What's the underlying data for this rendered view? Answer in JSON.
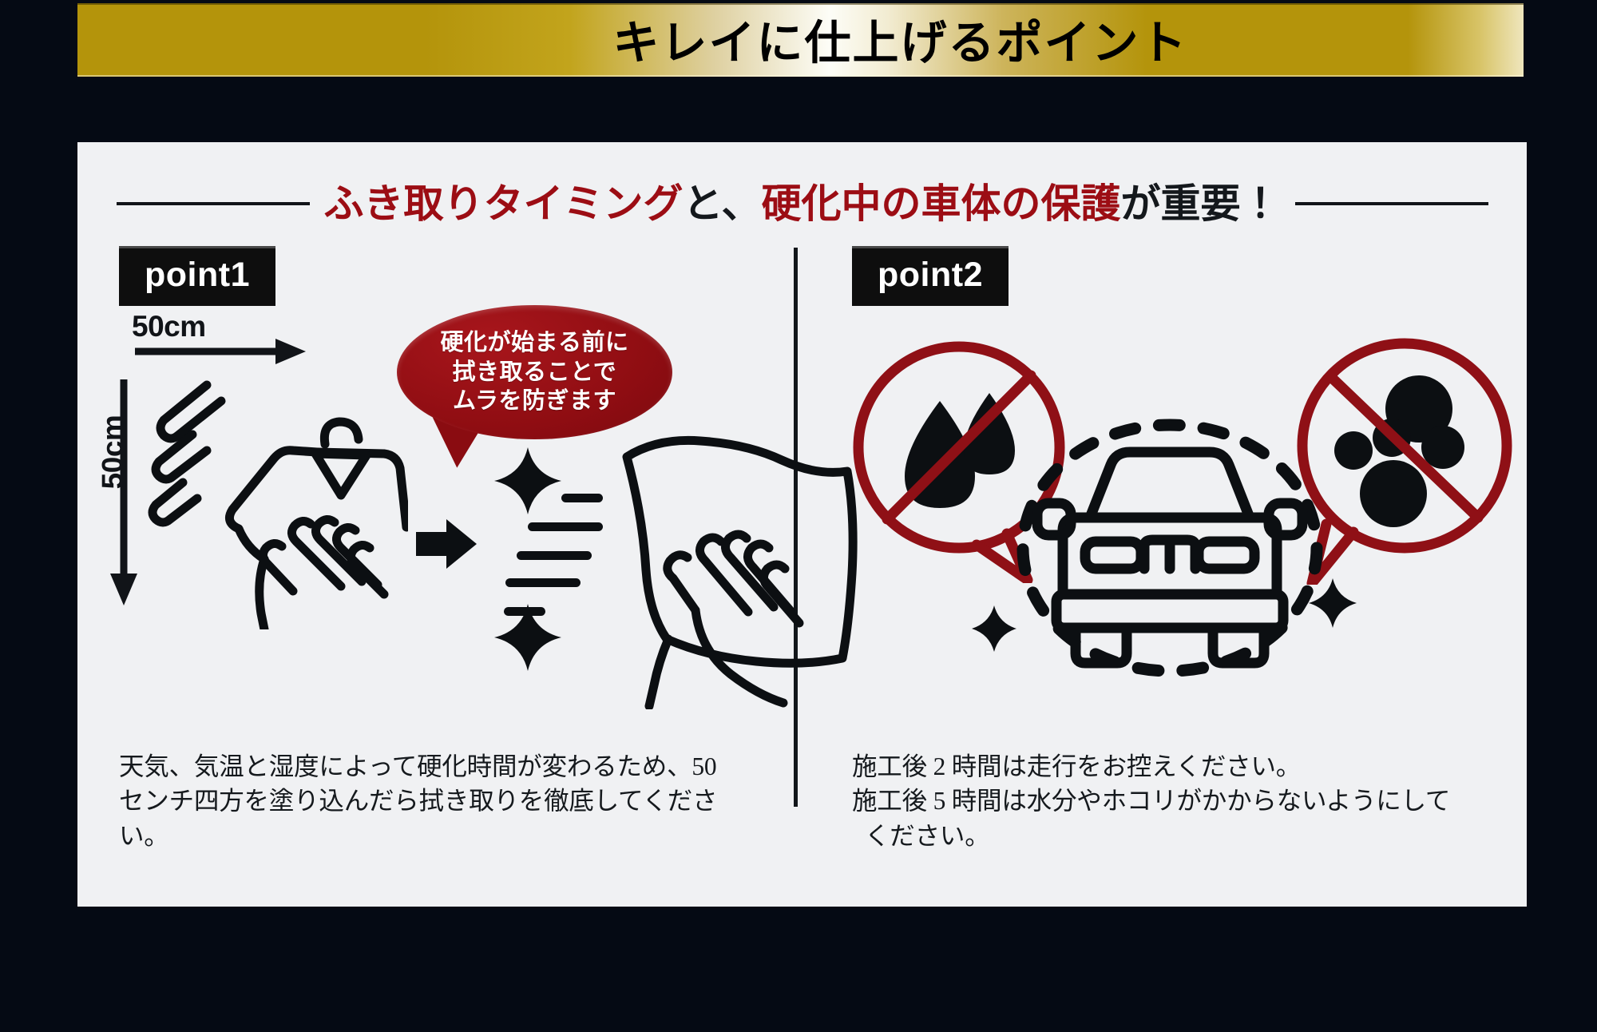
{
  "banner": {
    "title": "キレイに仕上げるポイント",
    "gold_color": "#b4940b",
    "highlight_color": "#fdfdf7"
  },
  "page": {
    "background_color": "#050a14",
    "panel_color": "#f0f1f3",
    "accent_red": "#9c0d14",
    "ink_color": "#14181c"
  },
  "headline": {
    "part1_red": "ふき取りタイミング",
    "part2_black": "と、",
    "part3_red": "硬化中の車体の保護",
    "part4_black": "が重要！"
  },
  "point1": {
    "badge": "point1",
    "bubble_line1": "硬化が始まる前に",
    "bubble_line2": "拭き取ることで",
    "bubble_line3": "ムラを防ぎます",
    "measure_horizontal": "50cm",
    "measure_vertical": "50cm",
    "caption_line1": "天気、気温と湿度によって硬化時間が変わるため、50",
    "caption_line2": "センチ四方を塗り込んだら拭き取りを徹底してくださ",
    "caption_line3": "い。"
  },
  "point2": {
    "badge": "point2",
    "caption_line1": "施工後 2 時間は走行をお控えください。",
    "caption_line2": "施工後 5 時間は水分やホコリがかからないようにして",
    "caption_line3": "ください。"
  }
}
